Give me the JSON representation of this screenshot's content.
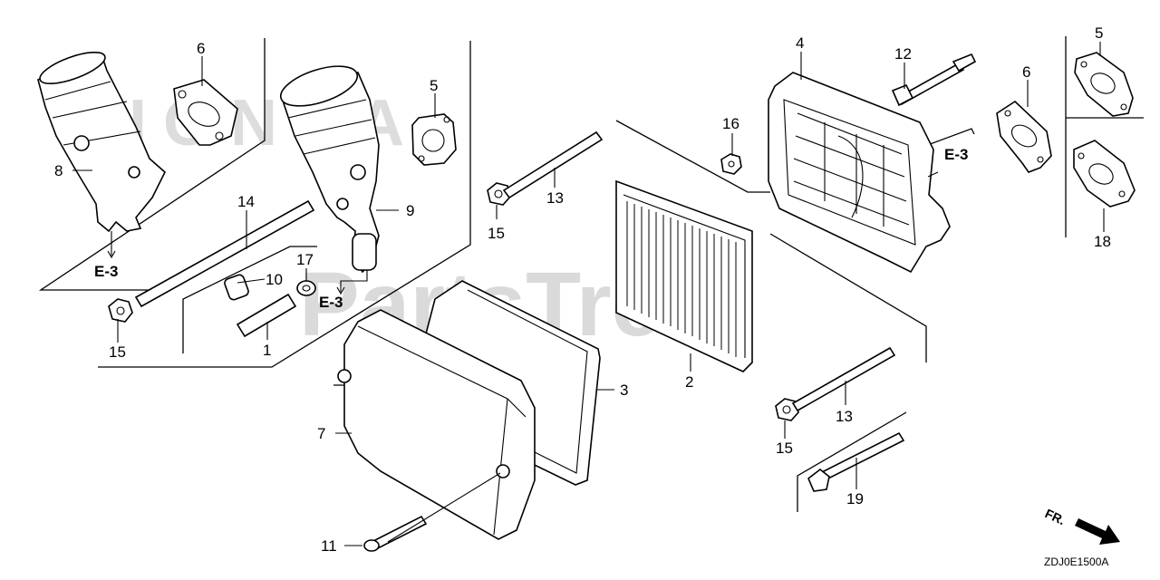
{
  "watermark": {
    "text": "PartsTree",
    "brand": "HONDA"
  },
  "callouts": [
    {
      "id": "c1",
      "label": "1"
    },
    {
      "id": "c2",
      "label": "2"
    },
    {
      "id": "c3",
      "label": "3"
    },
    {
      "id": "c4",
      "label": "4"
    },
    {
      "id": "c5a",
      "label": "5"
    },
    {
      "id": "c5b",
      "label": "5"
    },
    {
      "id": "c6a",
      "label": "6"
    },
    {
      "id": "c6b",
      "label": "6"
    },
    {
      "id": "c7",
      "label": "7"
    },
    {
      "id": "c8",
      "label": "8"
    },
    {
      "id": "c9",
      "label": "9"
    },
    {
      "id": "c10",
      "label": "10"
    },
    {
      "id": "c11",
      "label": "11"
    },
    {
      "id": "c12",
      "label": "12"
    },
    {
      "id": "c13a",
      "label": "13"
    },
    {
      "id": "c13b",
      "label": "13"
    },
    {
      "id": "c14",
      "label": "14"
    },
    {
      "id": "c15a",
      "label": "15"
    },
    {
      "id": "c15b",
      "label": "15"
    },
    {
      "id": "c15c",
      "label": "15"
    },
    {
      "id": "c16",
      "label": "16"
    },
    {
      "id": "c17",
      "label": "17"
    },
    {
      "id": "c18",
      "label": "18"
    },
    {
      "id": "c19",
      "label": "19"
    }
  ],
  "references": [
    {
      "id": "r1",
      "label": "E-3"
    },
    {
      "id": "r2",
      "label": "E-3"
    },
    {
      "id": "r3",
      "label": "E-3"
    }
  ],
  "direction_label": "FR.",
  "diagram_code": "ZDJ0E1500A"
}
